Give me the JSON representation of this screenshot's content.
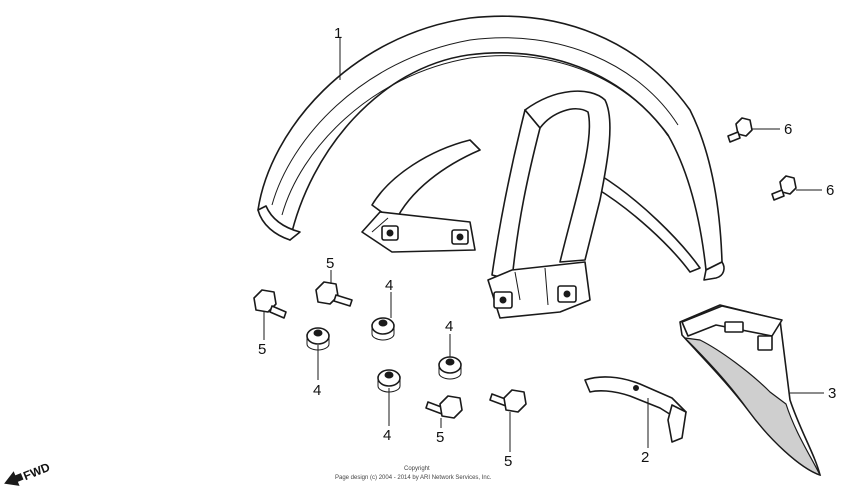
{
  "callouts": {
    "p1": "1",
    "p2": "2",
    "p3": "3",
    "p4a": "4",
    "p4b": "4",
    "p4c": "4",
    "p4d": "4",
    "p5a": "5",
    "p5b": "5",
    "p5c": "5",
    "p5d": "5",
    "p6a": "6",
    "p6b": "6"
  },
  "direction_label": "FWD",
  "copyright": {
    "line1": "Copyright",
    "line2": "Page design (c) 2004 - 2014 by ARI Network Services, Inc."
  }
}
